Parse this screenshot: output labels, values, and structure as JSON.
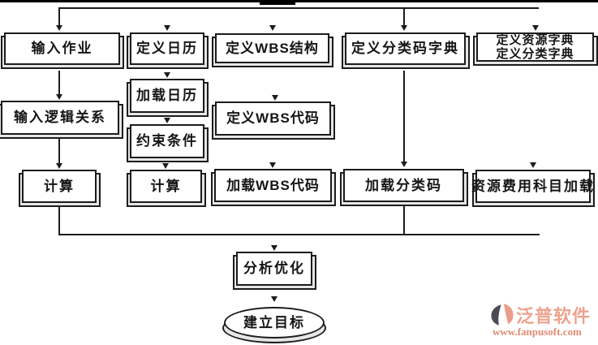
{
  "nodes": {
    "input_job": {
      "label": "输入作业"
    },
    "define_calendar": {
      "label": "定义日历"
    },
    "define_wbs_structure": {
      "label": "定义WBS结构"
    },
    "define_class_code_dict": {
      "label": "定义分类码字典"
    },
    "define_resource_dict": {
      "line1": "定义资源字典",
      "line2": "定义分类字典"
    },
    "input_logic": {
      "label": "输入逻辑关系"
    },
    "load_calendar": {
      "label": "加载日历"
    },
    "constraints": {
      "label": "约束条件"
    },
    "define_wbs_code": {
      "label": "定义WBS代码"
    },
    "calc_left": {
      "label": "计算"
    },
    "calc_mid": {
      "label": "计算"
    },
    "load_wbs_code": {
      "label": "加载WBS代码"
    },
    "load_class_code": {
      "label": "加载分类码"
    },
    "load_resource_cost": {
      "label": "资源费用科目加载"
    },
    "analyze_optimize": {
      "label": "分析优化"
    },
    "establish_target": {
      "label": "建立目标"
    }
  },
  "logo": {
    "brand": "泛普软件",
    "url": "www.fanpusoft.com"
  },
  "colors": {
    "line": "#1c1c1c",
    "background": "#ffffff",
    "logo_brand": "#efa28f",
    "logo_url": "#e28a73",
    "logo_icon_dark": "#4e4b55",
    "logo_icon_accent": "#eb9f8b"
  }
}
